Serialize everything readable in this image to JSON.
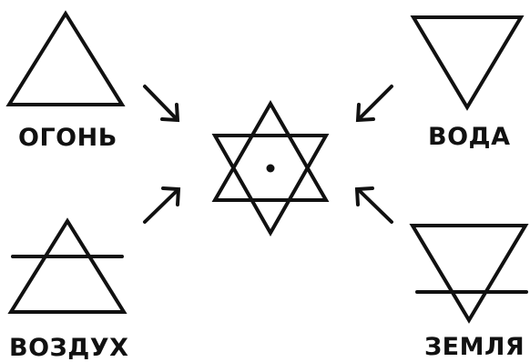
{
  "labels": {
    "fire": "ОГОНЬ",
    "water": "ВОДА",
    "air": "ВОЗДУХ",
    "earth": "ЗЕМЛЯ"
  },
  "colors": {
    "ink": "#111111",
    "background": "#ffffff"
  }
}
